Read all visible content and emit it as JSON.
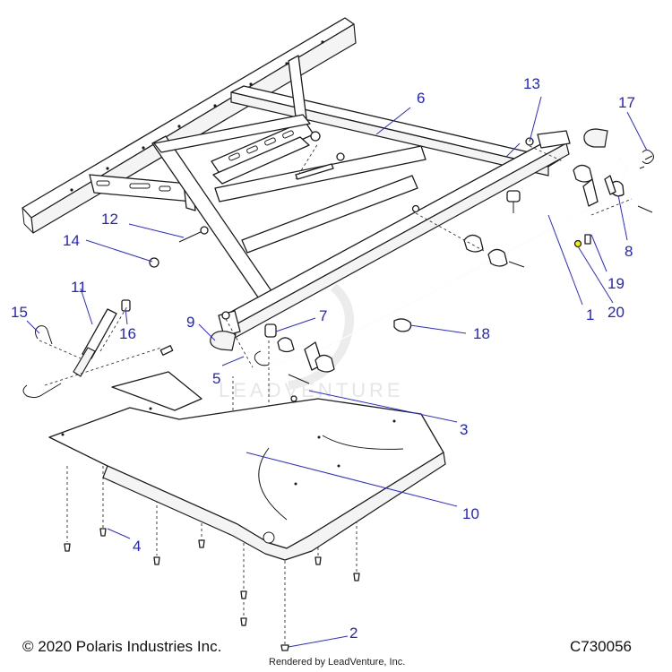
{
  "footer": {
    "copyright": "© 2020 Polaris Industries Inc.",
    "diagram_code": "C730056",
    "rendered_by": "Rendered by LeadVenture, Inc."
  },
  "watermark": {
    "text": "LEADVENTURE"
  },
  "callouts": [
    {
      "id": "1",
      "text": "1"
    },
    {
      "id": "2",
      "text": "2"
    },
    {
      "id": "3",
      "text": "3"
    },
    {
      "id": "4",
      "text": "4"
    },
    {
      "id": "5",
      "text": "5"
    },
    {
      "id": "6",
      "text": "6"
    },
    {
      "id": "7",
      "text": "7"
    },
    {
      "id": "8",
      "text": "8"
    },
    {
      "id": "9",
      "text": "9"
    },
    {
      "id": "10",
      "text": "10"
    },
    {
      "id": "11",
      "text": "11"
    },
    {
      "id": "12",
      "text": "12"
    },
    {
      "id": "13",
      "text": "13"
    },
    {
      "id": "14",
      "text": "14"
    },
    {
      "id": "15",
      "text": "15"
    },
    {
      "id": "16",
      "text": "16"
    },
    {
      "id": "17",
      "text": "17"
    },
    {
      "id": "18",
      "text": "18"
    },
    {
      "id": "19",
      "text": "19"
    },
    {
      "id": "20",
      "text": "20"
    }
  ],
  "colors": {
    "callout": "#2424c8",
    "line": "#1c1c1c"
  }
}
